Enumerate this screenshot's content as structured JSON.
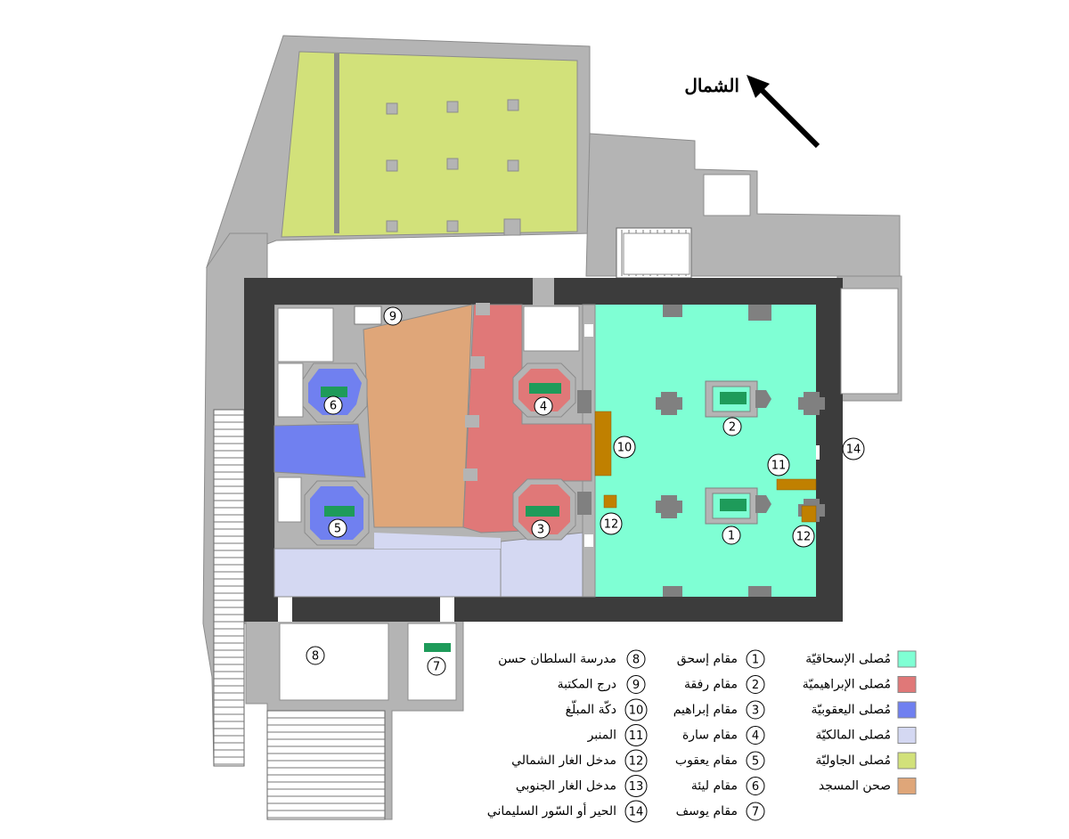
{
  "north_label": "الشمال",
  "colors": {
    "outer_wall": "#3c3c3c",
    "building": "#b4b4b4",
    "building_stroke": "#8c8c8c",
    "cenotaph": "#1e9b5a",
    "brown_marker": "#c08000"
  },
  "legend_colors": [
    {
      "label": "مُصلى الإسحاقيّة",
      "color": "#7fffd4"
    },
    {
      "label": "مُصلى الإبراهيميّة",
      "color": "#e07878"
    },
    {
      "label": "مُصلى اليعقوبيّة",
      "color": "#7080f0"
    },
    {
      "label": "مُصلى المالكيّة",
      "color": "#d4d8f2"
    },
    {
      "label": "مُصلى الجاوليّة",
      "color": "#d2e17a"
    },
    {
      "label": "صحن المسجد",
      "color": "#dfa679"
    }
  ],
  "legend_numbers_col1": [
    {
      "num": "1",
      "label": "مقام إسحق"
    },
    {
      "num": "2",
      "label": "مقام رفقة"
    },
    {
      "num": "3",
      "label": "مقام إبراهيم"
    },
    {
      "num": "4",
      "label": "مقام سارة"
    },
    {
      "num": "5",
      "label": "مقام يعقوب"
    },
    {
      "num": "6",
      "label": "مقام ليئة"
    },
    {
      "num": "7",
      "label": "مقام يوسف"
    }
  ],
  "legend_numbers_col2": [
    {
      "num": "8",
      "label": "مدرسة السلطان حسن"
    },
    {
      "num": "9",
      "label": "درج المكتبة"
    },
    {
      "num": "10",
      "label": "دكّة المبلّغ"
    },
    {
      "num": "11",
      "label": "المنبر"
    },
    {
      "num": "12",
      "label": "مدخل الغار الشمالي"
    },
    {
      "num": "13",
      "label": "مدخل الغار الجنوبي"
    },
    {
      "num": "14",
      "label": "الحير أو السّور السليماني"
    }
  ],
  "map_labels": [
    {
      "num": "1"
    },
    {
      "num": "2"
    },
    {
      "num": "3"
    },
    {
      "num": "4"
    },
    {
      "num": "5"
    },
    {
      "num": "6"
    },
    {
      "num": "7"
    },
    {
      "num": "8"
    },
    {
      "num": "9"
    },
    {
      "num": "10"
    },
    {
      "num": "11"
    },
    {
      "num": "12"
    },
    {
      "num": "12"
    },
    {
      "num": "14"
    }
  ]
}
